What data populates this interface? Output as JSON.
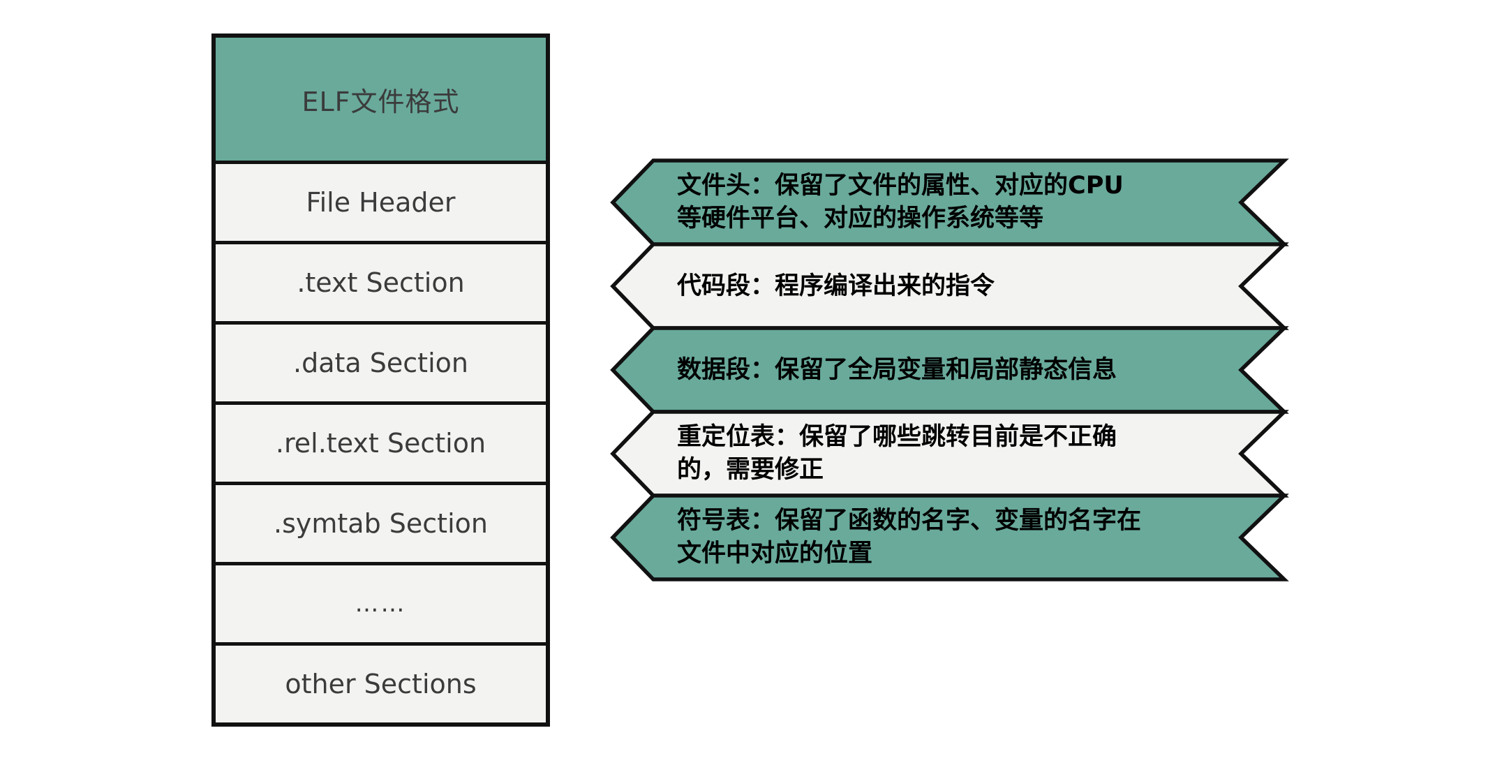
{
  "theme": {
    "teal": "#69aa9b",
    "light": "#f3f3f1",
    "border": "#111111",
    "ink": "#000000",
    "label-ink": "#3b3b3b",
    "bg": "#ffffff"
  },
  "stack": {
    "header": "ELF文件格式",
    "rows": [
      "File Header",
      ".text Section",
      ".data Section",
      ".rel.text Section",
      ".symtab Section",
      "……",
      "other Sections"
    ]
  },
  "banners": [
    {
      "fill": "#69aa9b",
      "lines": [
        "文件头：保留了文件的属性、对应的CPU",
        "等硬件平台、对应的操作系统等等"
      ]
    },
    {
      "fill": "#f3f3f1",
      "lines": [
        "代码段：程序编译出来的指令"
      ]
    },
    {
      "fill": "#69aa9b",
      "lines": [
        "数据段：保留了全局变量和局部静态信息"
      ]
    },
    {
      "fill": "#f3f3f1",
      "lines": [
        "重定位表：保留了哪些跳转目前是不正确",
        "的，需要修正"
      ]
    },
    {
      "fill": "#69aa9b",
      "lines": [
        "符号表：保留了函数的名字、变量的名字在",
        "文件中对应的位置"
      ]
    }
  ]
}
